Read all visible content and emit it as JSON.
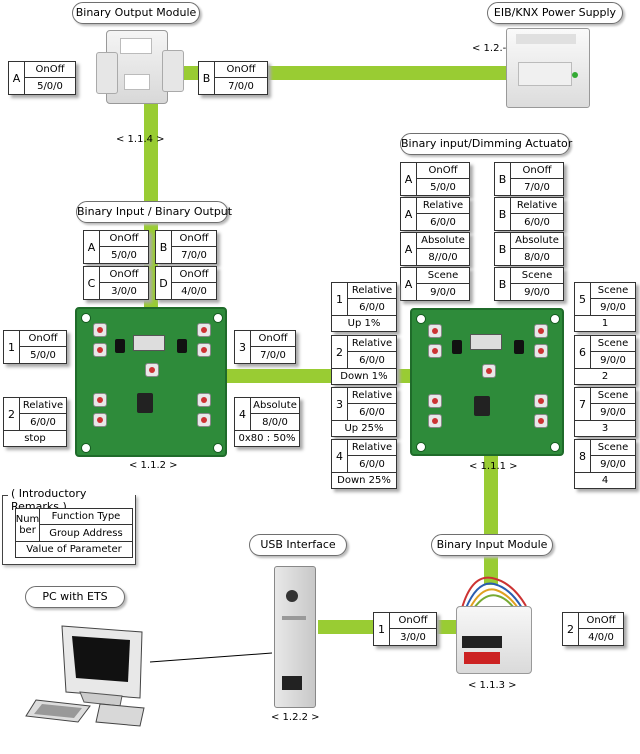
{
  "devices": {
    "binary_output_module": {
      "title": "Binary Output Module",
      "address": "< 1.1.4 >"
    },
    "power_supply": {
      "title": "EIB/KNX Power Supply",
      "address": "< 1.2.- >"
    },
    "dimming_actuator": {
      "title": "Binary input/Dimming Actuator",
      "address": "< 1.1.1 >"
    },
    "binary_input_output": {
      "title": "Binary Input / Binary Output",
      "address": "< 1.1.2 >"
    },
    "usb_interface": {
      "title": "USB Interface",
      "address": "< 1.2.2 >"
    },
    "binary_input_module": {
      "title": "Binary Input Module",
      "address": "< 1.1.3 >"
    },
    "pc": {
      "title": "PC with ETS"
    }
  },
  "remarks": {
    "title": "( Introductory Remarks )",
    "number_label": "Num ber",
    "function_type": "Function Type",
    "group_address": "Group Address",
    "value": "Value of Parameter"
  },
  "objects": [
    {
      "id": "bom-a",
      "label": "A",
      "type": "OnOff",
      "group": "5/0/0"
    },
    {
      "id": "bom-b",
      "label": "B",
      "type": "OnOff",
      "group": "7/0/0"
    },
    {
      "id": "da-a1",
      "label": "A",
      "type": "OnOff",
      "group": "5/0/0"
    },
    {
      "id": "da-b1",
      "label": "B",
      "type": "OnOff",
      "group": "7/0/0"
    },
    {
      "id": "da-a2",
      "label": "A",
      "type": "Relative",
      "group": "6/0/0"
    },
    {
      "id": "da-b2",
      "label": "B",
      "type": "Relative",
      "group": "6/0/0"
    },
    {
      "id": "da-a3",
      "label": "A",
      "type": "Absolute",
      "group": "8//0/0"
    },
    {
      "id": "da-b3",
      "label": "B",
      "type": "Absolute",
      "group": "8/0/0"
    },
    {
      "id": "da-a4",
      "label": "A",
      "type": "Scene",
      "group": "9/0/0"
    },
    {
      "id": "da-b4",
      "label": "B",
      "type": "Scene",
      "group": "9/0/0"
    },
    {
      "id": "bio-a",
      "label": "A",
      "type": "OnOff",
      "group": "5/0/0"
    },
    {
      "id": "bio-b",
      "label": "B",
      "type": "OnOff",
      "group": "7/0/0"
    },
    {
      "id": "bio-c",
      "label": "C",
      "type": "OnOff",
      "group": "3/0/0"
    },
    {
      "id": "bio-d",
      "label": "D",
      "type": "OnOff",
      "group": "4/0/0"
    },
    {
      "id": "bio-1",
      "label": "1",
      "type": "OnOff",
      "group": "5/0/0"
    },
    {
      "id": "bio-2",
      "label": "2",
      "type": "Relative",
      "group": "6/0/0",
      "value": "stop"
    },
    {
      "id": "bio-3",
      "label": "3",
      "type": "OnOff",
      "group": "7/0/0"
    },
    {
      "id": "bio-4",
      "label": "4",
      "type": "Absolute",
      "group": "8/0/0",
      "value": "0x80 : 50%"
    },
    {
      "id": "da-1",
      "label": "1",
      "type": "Relative",
      "group": "6/0/0",
      "value": "Up 1%"
    },
    {
      "id": "da-2",
      "label": "2",
      "type": "Relative",
      "group": "6/0/0",
      "value": "Down 1%"
    },
    {
      "id": "da-3",
      "label": "3",
      "type": "Relative",
      "group": "6/0/0",
      "value": "Up 25%"
    },
    {
      "id": "da-4",
      "label": "4",
      "type": "Relative",
      "group": "6/0/0",
      "value": "Down 25%"
    },
    {
      "id": "da-5",
      "label": "5",
      "type": "Scene",
      "group": "9/0/0",
      "value": "1"
    },
    {
      "id": "da-6",
      "label": "6",
      "type": "Scene",
      "group": "9/0/0",
      "value": "2"
    },
    {
      "id": "da-7",
      "label": "7",
      "type": "Scene",
      "group": "9/0/0",
      "value": "3"
    },
    {
      "id": "da-8",
      "label": "8",
      "type": "Scene",
      "group": "9/0/0",
      "value": "4"
    },
    {
      "id": "bim-1",
      "label": "1",
      "type": "OnOff",
      "group": "3/0/0"
    },
    {
      "id": "bim-2",
      "label": "2",
      "type": "OnOff",
      "group": "4/0/0"
    }
  ],
  "colors": {
    "bus": "#99cc33",
    "pcb": "#2e8b3a"
  }
}
